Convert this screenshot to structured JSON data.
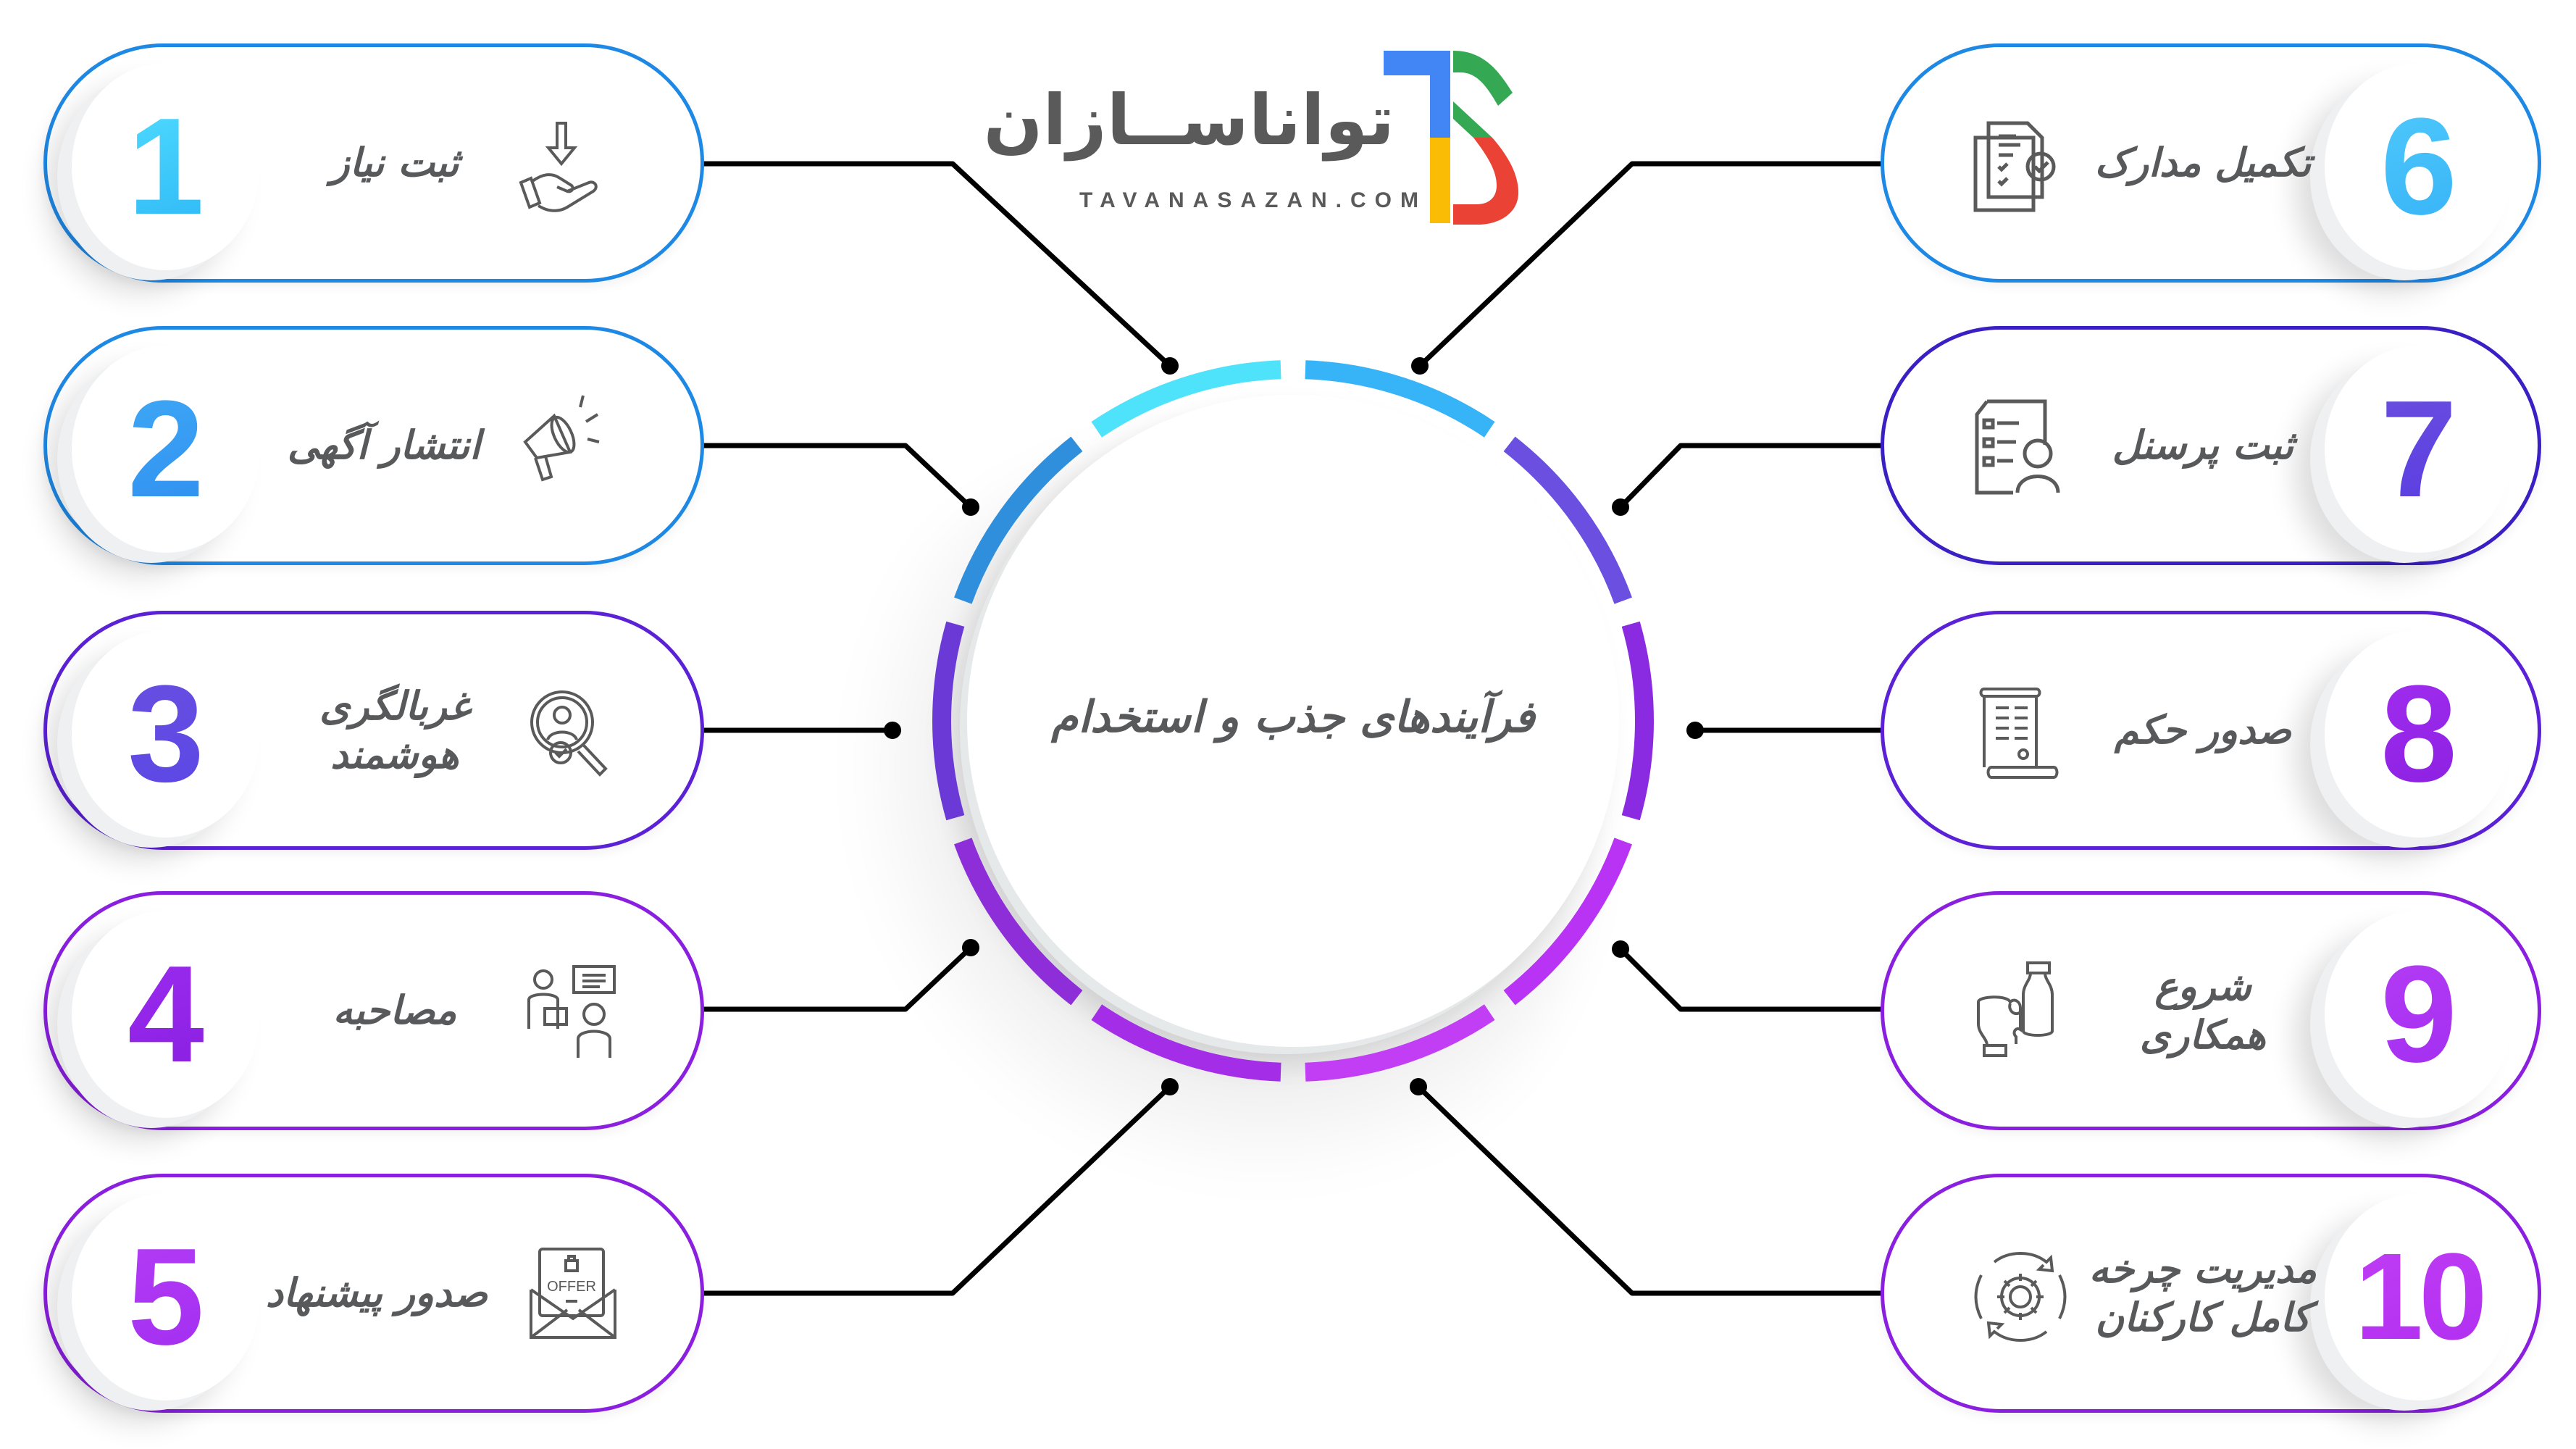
{
  "logo": {
    "name_fa": "تواناســازان",
    "domain": "TAVANASAZAN.COM",
    "colors": {
      "blue": "#4285F4",
      "yellow": "#FBBC05",
      "green": "#34A853",
      "red": "#EA4335"
    }
  },
  "center": {
    "title": "فرآیندهای جذب و استخدام",
    "ring_colors": [
      "#4fe3fb",
      "#37b3f7",
      "#6a4fe0",
      "#8a2be2",
      "#b833f4",
      "#c13ef5",
      "#a42ee8",
      "#8d2ed8",
      "#6a39d6",
      "#2f8fdc"
    ]
  },
  "steps": [
    {
      "number": "1",
      "label_lines": [
        "ثبت نیاز"
      ],
      "icon": "hand-receive-icon",
      "side": "left",
      "border_color": "#1e88e5",
      "num_gradient": [
        "#4fdcff",
        "#2fb8f6"
      ]
    },
    {
      "number": "2",
      "label_lines": [
        "انتشار آگهی"
      ],
      "icon": "megaphone-icon",
      "side": "left",
      "border_color": "#1e88e5",
      "num_gradient": [
        "#3fa9f5",
        "#2f8ff0"
      ]
    },
    {
      "number": "3",
      "label_lines": [
        "غربالگری",
        "هوشمند"
      ],
      "icon": "search-candidate-icon",
      "side": "left",
      "border_color": "#5b21d6",
      "num_gradient": [
        "#6a4fe0",
        "#5a47e6"
      ]
    },
    {
      "number": "4",
      "label_lines": [
        "مصاحبه"
      ],
      "icon": "interview-icon",
      "side": "left",
      "border_color": "#8a1fe0",
      "num_gradient": [
        "#9b2cf0",
        "#8a1fe0"
      ]
    },
    {
      "number": "5",
      "label_lines": [
        "صدور پیشنهاد"
      ],
      "icon": "offer-letter-icon",
      "side": "left",
      "border_color": "#8a1fe0",
      "num_gradient": [
        "#b43cf5",
        "#a22ef0"
      ]
    },
    {
      "number": "6",
      "label_lines": [
        "تکمیل مدارک"
      ],
      "icon": "documents-check-icon",
      "side": "right",
      "border_color": "#1e88e5",
      "num_gradient": [
        "#4fc9fb",
        "#37b3f7"
      ]
    },
    {
      "number": "7",
      "label_lines": [
        "ثبت پرسنل"
      ],
      "icon": "personnel-form-icon",
      "side": "right",
      "border_color": "#3a1fc4",
      "num_gradient": [
        "#6a4fe0",
        "#5a3ce0"
      ]
    },
    {
      "number": "8",
      "label_lines": [
        "صدور حکم"
      ],
      "icon": "decree-scroll-icon",
      "side": "right",
      "border_color": "#5b21d6",
      "num_gradient": [
        "#a22ef0",
        "#8a1fe0"
      ]
    },
    {
      "number": "9",
      "label_lines": [
        "شروع",
        "همکاری"
      ],
      "icon": "handshake-puzzle-icon",
      "side": "right",
      "border_color": "#8a1fe0",
      "num_gradient": [
        "#b43cf5",
        "#a22ef0"
      ]
    },
    {
      "number": "10",
      "label_lines": [
        "مدیریت چرخه",
        "کامل کارکنان"
      ],
      "icon": "gear-cycle-icon",
      "side": "right",
      "border_color": "#8a1fe0",
      "num_gradient": [
        "#c13ef5",
        "#b02ef0"
      ]
    }
  ]
}
